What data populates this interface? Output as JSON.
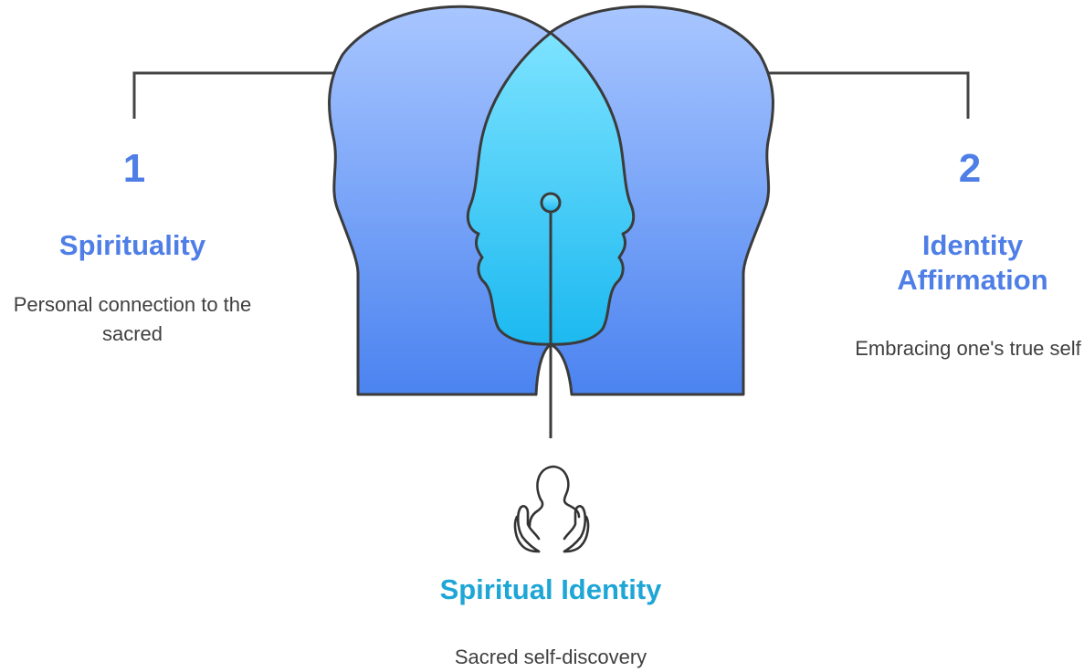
{
  "colors": {
    "primary_blue": "#4f7fe6",
    "cyan_accent": "#1ea6d6",
    "head_gradient_top": "#a8c6ff",
    "head_gradient_bottom": "#4b83f0",
    "face_gradient_top": "#7de3ff",
    "face_gradient_bottom": "#1cb9f0",
    "outline": "#3b3b3b",
    "connector_line": "#444444",
    "body_text": "#404040"
  },
  "items": [
    {
      "number": "1",
      "title": "Spirituality",
      "description": "Personal connection to the sacred"
    },
    {
      "number": "2",
      "title": "Identity Affirmation",
      "description": "Embracing one's true self"
    }
  ],
  "center": {
    "icon": "praying-hands-person-icon",
    "title": "Spiritual Identity",
    "description": "Sacred self-discovery"
  },
  "graphic": {
    "left_head_icon": "head-silhouette-icon",
    "right_head_icon": "head-silhouette-icon",
    "center_face_icon": "face-profile-icon"
  }
}
